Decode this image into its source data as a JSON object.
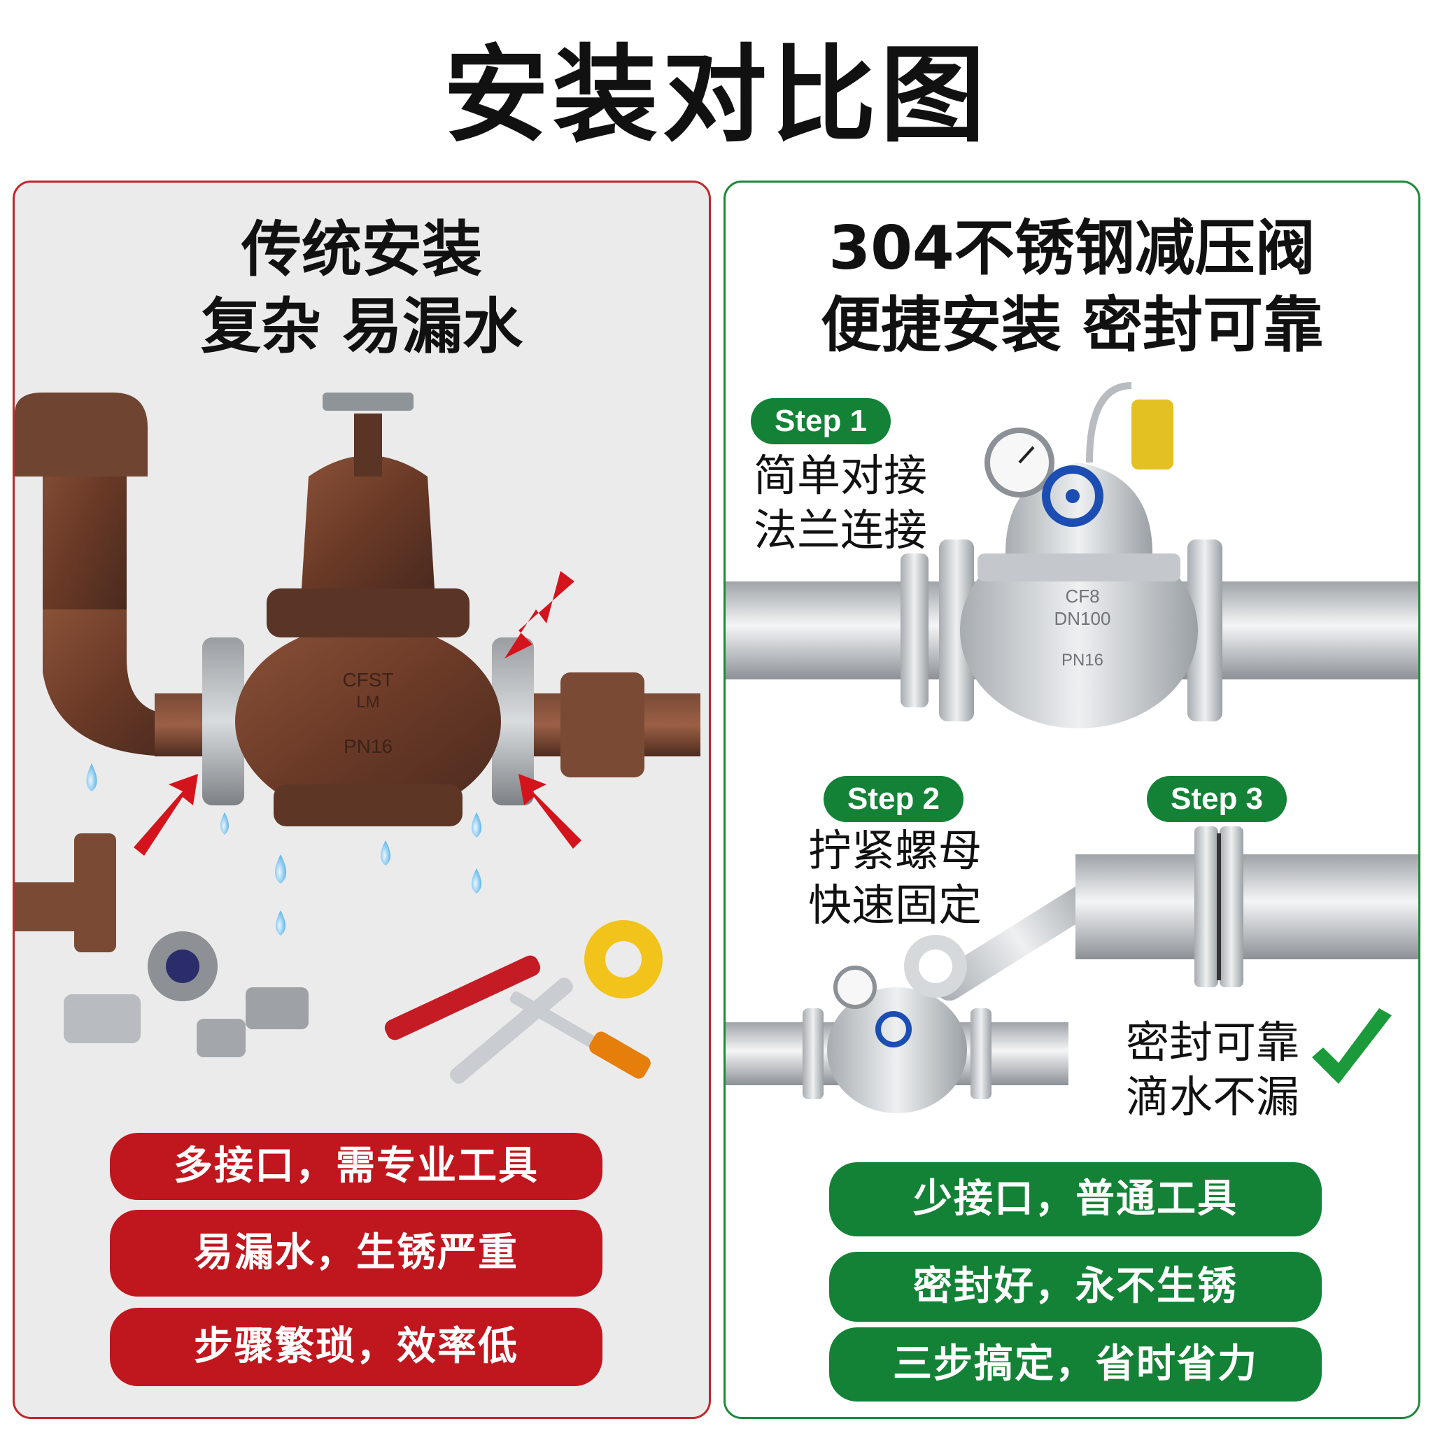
{
  "title": "安装对比图",
  "left_panel": {
    "heading_line1": "传统安装",
    "heading_line2": "复杂 易漏水",
    "valve_markings": {
      "m1": "CFST",
      "m2": "LM",
      "m3": "PN16"
    },
    "points": [
      "多接口，需专业工具",
      "易漏水，生锈严重",
      "步骤繁琐，效率低"
    ],
    "colors": {
      "border": "#c1272d",
      "pill": "#c0161e",
      "background": "#ebebec"
    }
  },
  "right_panel": {
    "heading_line1": "304不锈钢减压阀",
    "heading_line2": "便捷安装 密封可靠",
    "valve_markings": {
      "m1": "CF8",
      "m2": "DN100",
      "m3": "PN16"
    },
    "steps": [
      {
        "label": "Step 1",
        "line1": "简单对接",
        "line2": "法兰连接"
      },
      {
        "label": "Step 2",
        "line1": "拧紧螺母",
        "line2": "快速固定"
      },
      {
        "label": "Step 3",
        "line1": "密封可靠",
        "line2": "滴水不漏"
      }
    ],
    "points": [
      "少接口，普通工具",
      "密封好，永不生锈",
      "三步搞定，省时省力"
    ],
    "colors": {
      "border": "#1d8a3a",
      "pill": "#138236"
    }
  },
  "icons": [
    "red-arrow-icon",
    "water-drop-icon",
    "check-icon",
    "wrench-icon",
    "screwdriver-icon",
    "tape-roll-icon",
    "pressure-gauge-icon",
    "handwheel-icon"
  ]
}
